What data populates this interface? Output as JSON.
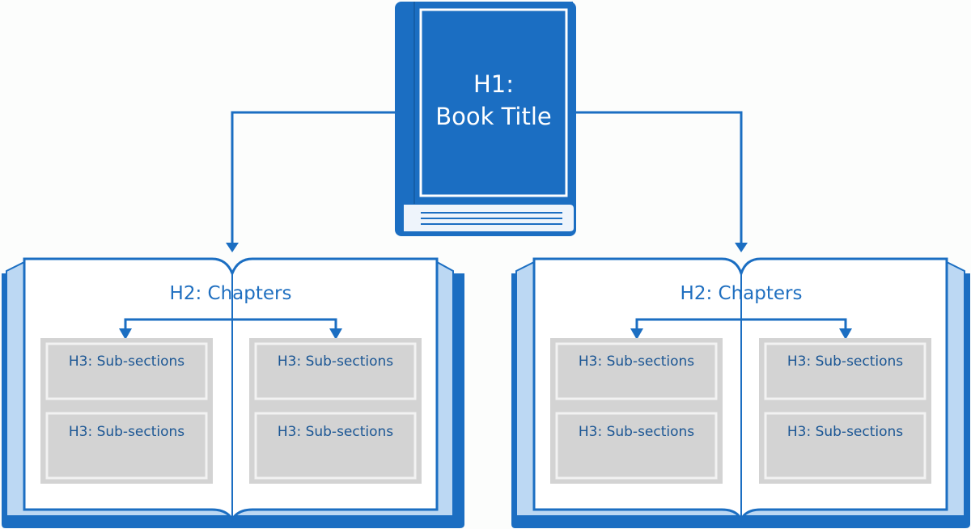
{
  "diagram": {
    "root": {
      "line1": "H1:",
      "line2": "Book Title"
    },
    "chapters": [
      {
        "title": "H2: Chapters",
        "subsections": [
          "H3: Sub-sections",
          "H3: Sub-sections",
          "H3: Sub-sections",
          "H3: Sub-sections"
        ]
      },
      {
        "title": "H2: Chapters",
        "subsections": [
          "H3: Sub-sections",
          "H3: Sub-sections",
          "H3: Sub-sections",
          "H3: Sub-sections"
        ]
      }
    ]
  },
  "colors": {
    "primary_blue": "#1b6ec2",
    "light_blue": "#bcd8f3",
    "box_gray": "#d3d3d3",
    "box_border": "#ececec",
    "background": "#fcfdfc"
  }
}
